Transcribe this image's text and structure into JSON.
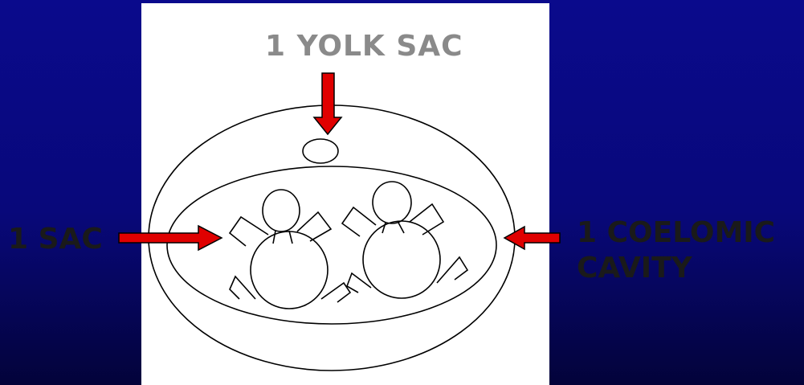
{
  "labels": {
    "yolk_sac": "1 YOLK SAC",
    "sac": "1 SAC",
    "coelomic_line1": "1 COELOMIC",
    "coelomic_line2": "CAVITY"
  },
  "colors": {
    "background_top": "#0a0a8c",
    "background_bottom": "#03033a",
    "panel": "#ffffff",
    "arrow": "#e00000",
    "outline": "#000000",
    "yolk_label_text": "#8a8a8a",
    "side_label_text": "#1a1a1a"
  }
}
